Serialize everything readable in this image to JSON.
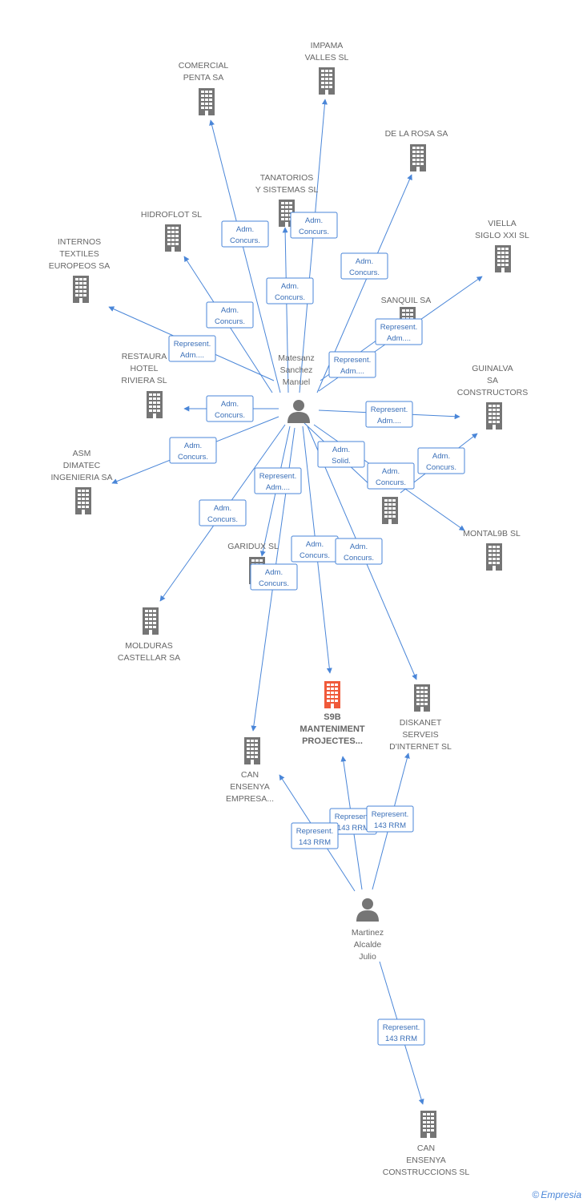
{
  "brand": {
    "copyright": "©",
    "name": "Empresia"
  },
  "colors": {
    "edge": "#4a86d8",
    "company": "#757575",
    "focus": "#f05a3a",
    "person": "#757575"
  },
  "nodes": [
    {
      "id": "matesanz",
      "type": "person",
      "label": [
        "Matesanz",
        "Sanchez",
        "Manuel"
      ]
    },
    {
      "id": "martinez",
      "type": "person",
      "label": [
        "Martinez",
        "Alcalde",
        "Julio"
      ]
    },
    {
      "id": "s9b",
      "type": "focus",
      "label": [
        "S9B",
        "MANTENIMENT",
        "PROJECTES..."
      ]
    },
    {
      "id": "impama",
      "type": "company",
      "label": [
        "IMPAMA",
        "VALLES SL"
      ]
    },
    {
      "id": "comercial",
      "type": "company",
      "label": [
        "COMERCIAL",
        "PENTA SA"
      ]
    },
    {
      "id": "delarosa",
      "type": "company",
      "label": [
        "DE LA ROSA SA"
      ]
    },
    {
      "id": "tanatorios",
      "type": "company",
      "label": [
        "TANATORIOS",
        "Y SISTEMAS SL"
      ]
    },
    {
      "id": "hidroflot",
      "type": "company",
      "label": [
        "HIDROFLOT SL"
      ]
    },
    {
      "id": "viella",
      "type": "company",
      "label": [
        "VIELLA",
        "SIGLO XXI SL"
      ]
    },
    {
      "id": "internos",
      "type": "company",
      "label": [
        "INTERNOS",
        "TEXTILES",
        "EUROPEOS SA"
      ]
    },
    {
      "id": "sanquil",
      "type": "company",
      "label": [
        "SANQUIL SA"
      ]
    },
    {
      "id": "restaura",
      "type": "company",
      "label": [
        "RESTAURA",
        "HOTEL",
        "RIVIERA SL"
      ]
    },
    {
      "id": "guinalva",
      "type": "company",
      "label": [
        "GUINALVA",
        "SA",
        "CONSTRUCTORS"
      ]
    },
    {
      "id": "asm",
      "type": "company",
      "label": [
        "ASM",
        "DIMATEC",
        "INGENIERIA SA"
      ]
    },
    {
      "id": "unnamed",
      "type": "company",
      "label": []
    },
    {
      "id": "montal9b",
      "type": "company",
      "label": [
        "MONTAL9B SL"
      ]
    },
    {
      "id": "garidux",
      "type": "company",
      "label": [
        "GARIDUX SL"
      ]
    },
    {
      "id": "molduras",
      "type": "company",
      "label": [
        "MOLDURAS",
        "CASTELLAR SA"
      ]
    },
    {
      "id": "diskanet",
      "type": "company",
      "label": [
        "DISKANET",
        "SERVEIS",
        "D'INTERNET SL"
      ]
    },
    {
      "id": "canempresa",
      "type": "company",
      "label": [
        "CAN",
        "ENSENYA",
        "EMPRESA..."
      ]
    },
    {
      "id": "canconstruccions",
      "type": "company",
      "label": [
        "CAN",
        "ENSENYA",
        "CONSTRUCCIONS SL"
      ]
    }
  ],
  "edges": [
    {
      "from": "matesanz",
      "to": "impama",
      "label": [
        "Adm.",
        "Concurs."
      ]
    },
    {
      "from": "matesanz",
      "to": "comercial",
      "label": [
        "Adm.",
        "Concurs."
      ]
    },
    {
      "from": "matesanz",
      "to": "tanatorios",
      "label": [
        "Adm.",
        "Concurs."
      ]
    },
    {
      "from": "matesanz",
      "to": "delarosa",
      "label": [
        "Adm.",
        "Concurs."
      ]
    },
    {
      "from": "matesanz",
      "to": "hidroflot",
      "label": [
        "Adm.",
        "Concurs."
      ]
    },
    {
      "from": "matesanz",
      "to": "viella",
      "label": [
        "Represent.",
        "Adm...."
      ]
    },
    {
      "from": "matesanz",
      "to": "internos",
      "label": [
        "Represent.",
        "Adm...."
      ]
    },
    {
      "from": "matesanz",
      "to": "sanquil",
      "label": [
        "Represent.",
        "Adm...."
      ]
    },
    {
      "from": "matesanz",
      "to": "restaura",
      "label": [
        "Adm.",
        "Concurs."
      ]
    },
    {
      "from": "matesanz",
      "to": "guinalva",
      "label": [
        "Represent.",
        "Adm...."
      ]
    },
    {
      "from": "matesanz",
      "to": "asm",
      "label": [
        "Adm.",
        "Concurs."
      ]
    },
    {
      "from": "matesanz",
      "to": "unnamed",
      "label": [
        "Adm.",
        "Solid."
      ]
    },
    {
      "from": "matesanz",
      "to": "montal9b",
      "label": [
        "Adm.",
        "Concurs."
      ]
    },
    {
      "from": "matesanz",
      "to": "garidux",
      "label": [
        "Represent.",
        "Adm...."
      ]
    },
    {
      "from": "matesanz",
      "to": "molduras",
      "label": [
        "Adm.",
        "Concurs."
      ]
    },
    {
      "from": "matesanz",
      "to": "s9b",
      "label": [
        "Adm.",
        "Concurs."
      ]
    },
    {
      "from": "matesanz",
      "to": "diskanet",
      "label": [
        "Adm.",
        "Concurs."
      ]
    },
    {
      "from": "matesanz",
      "to": "canempresa",
      "label": [
        "Adm.",
        "Concurs."
      ]
    },
    {
      "from": "unnamed",
      "to": "guinalva",
      "label": [
        "Adm.",
        "Concurs."
      ]
    },
    {
      "from": "martinez",
      "to": "s9b",
      "label": [
        "Represent.",
        "143 RRM"
      ]
    },
    {
      "from": "martinez",
      "to": "diskanet",
      "label": [
        "Represent.",
        "143 RRM"
      ]
    },
    {
      "from": "martinez",
      "to": "canempresa",
      "label": [
        "Represent.",
        "143 RRM"
      ]
    },
    {
      "from": "martinez",
      "to": "canconstruccions",
      "label": [
        "Represent.",
        "143 RRM"
      ]
    }
  ]
}
